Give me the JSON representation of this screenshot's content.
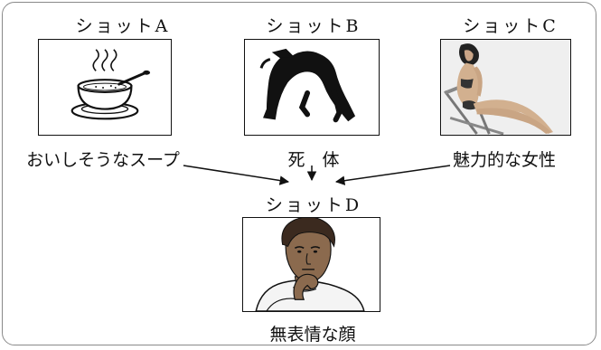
{
  "shots": {
    "a": {
      "label": "ショットA",
      "caption": "おいしそうなスープ",
      "icon": "soup-bowl-icon"
    },
    "b": {
      "label": "ショットB",
      "caption": "死　体",
      "icon": "dead-body-icon"
    },
    "c": {
      "label": "ショットC",
      "caption": "魅力的な女性",
      "icon": "woman-icon"
    },
    "d": {
      "label": "ショットD",
      "caption": "無表情な顔",
      "icon": "expressionless-face-icon"
    }
  },
  "colors": {
    "frame": "#8a8a8a",
    "ink": "#111111"
  }
}
